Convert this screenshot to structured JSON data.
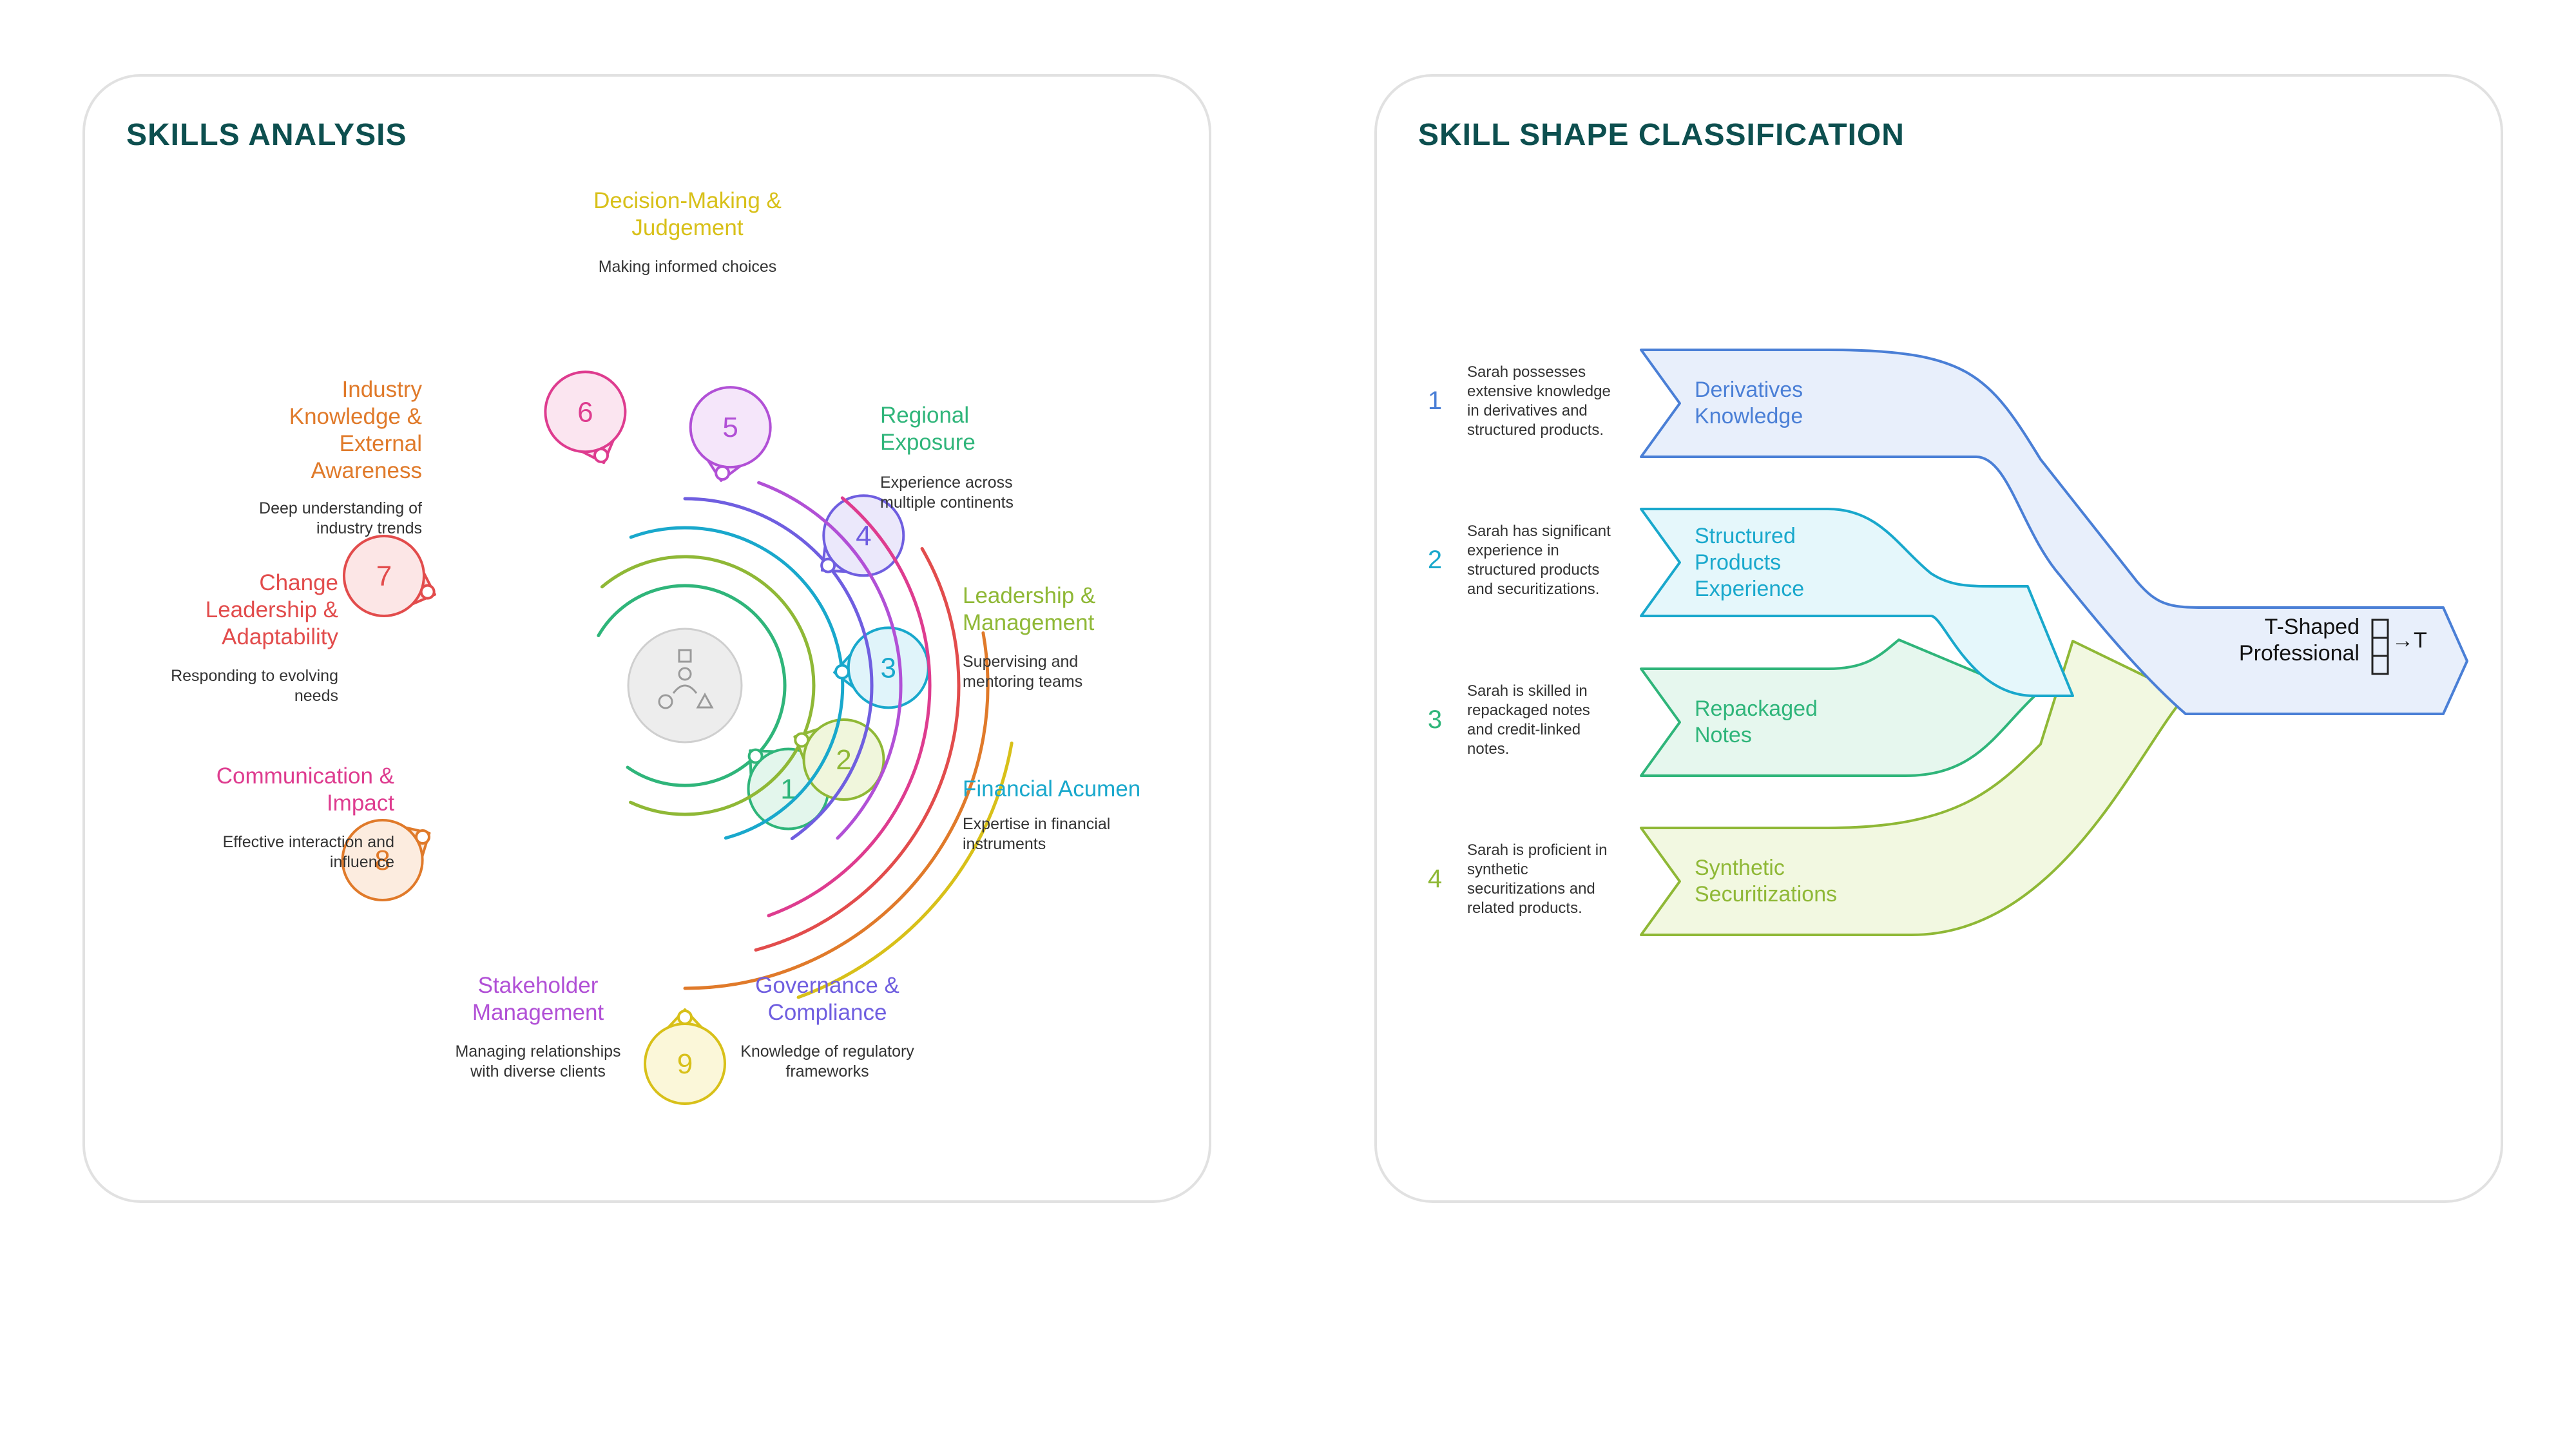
{
  "skills_analysis": {
    "title": "SKILLS ANALYSIS",
    "skills": [
      {
        "num": "1",
        "title_lines": [
          "Regional",
          "Exposure"
        ],
        "desc_lines": [
          "Experience across",
          "multiple continents"
        ],
        "color": "#2fb57a",
        "fill": "#e3f6ec"
      },
      {
        "num": "2",
        "title_lines": [
          "Leadership &",
          "Management"
        ],
        "desc_lines": [
          "Supervising and",
          "mentoring teams"
        ],
        "color": "#8fb836",
        "fill": "#f0f6dc"
      },
      {
        "num": "3",
        "title_lines": [
          "Financial Acumen"
        ],
        "desc_lines": [
          "Expertise in financial",
          "instruments"
        ],
        "color": "#19a8cc",
        "fill": "#e0f4fa"
      },
      {
        "num": "4",
        "title_lines": [
          "Governance &",
          "Compliance"
        ],
        "desc_lines": [
          "Knowledge of regulatory",
          "frameworks"
        ],
        "color": "#6f5ee0",
        "fill": "#ebe8fb"
      },
      {
        "num": "5",
        "title_lines": [
          "Stakeholder",
          "Management"
        ],
        "desc_lines": [
          "Managing relationships",
          "with diverse clients"
        ],
        "color": "#b150d6",
        "fill": "#f5e6fa"
      },
      {
        "num": "6",
        "title_lines": [
          "Communication &",
          "Impact"
        ],
        "desc_lines": [
          "Effective interaction and",
          "influence"
        ],
        "color": "#de3c8f",
        "fill": "#fbe5f0"
      },
      {
        "num": "7",
        "title_lines": [
          "Change",
          "Leadership &",
          "Adaptability"
        ],
        "desc_lines": [
          "Responding to evolving",
          "needs"
        ],
        "color": "#e24c4c",
        "fill": "#fce6e6"
      },
      {
        "num": "8",
        "title_lines": [
          "Industry",
          "Knowledge &",
          "External",
          "Awareness"
        ],
        "desc_lines": [
          "Deep understanding of",
          "industry trends"
        ],
        "color": "#e07a2a",
        "fill": "#fcecdf"
      },
      {
        "num": "9",
        "title_lines": [
          "Decision-Making &",
          "Judgement"
        ],
        "desc_lines": [
          "Making informed choices"
        ],
        "color": "#d8c019",
        "fill": "#fbf7d9"
      }
    ]
  },
  "skill_shape": {
    "title": "SKILL SHAPE CLASSIFICATION",
    "items": [
      {
        "num": "1",
        "desc_lines": [
          "Sarah possesses",
          "extensive knowledge",
          "in derivatives and",
          "structured products."
        ],
        "label_lines": [
          "Derivatives",
          "Knowledge"
        ],
        "color": "#4a7fd6",
        "fill": "#e8effb"
      },
      {
        "num": "2",
        "desc_lines": [
          "Sarah has significant",
          "experience in",
          "structured products",
          "and securitizations."
        ],
        "label_lines": [
          "Structured",
          "Products",
          "Experience"
        ],
        "color": "#19a8cc",
        "fill": "#e5f7fb"
      },
      {
        "num": "3",
        "desc_lines": [
          "Sarah is skilled in",
          "repackaged notes",
          "and credit-linked",
          "notes."
        ],
        "label_lines": [
          "Repackaged",
          "Notes"
        ],
        "color": "#2fb57a",
        "fill": "#e6f7ee"
      },
      {
        "num": "4",
        "desc_lines": [
          "Sarah is proficient in",
          "synthetic",
          "securitizations and",
          "related products."
        ],
        "label_lines": [
          "Synthetic",
          "Securitizations"
        ],
        "color": "#8fb836",
        "fill": "#f2f8e1"
      }
    ],
    "result_lines": [
      "T-Shaped",
      "Professional"
    ],
    "result_glyph": "→T",
    "center_icon": "shapes-people-icon",
    "result_icon": "t-shape-grid-icon"
  }
}
